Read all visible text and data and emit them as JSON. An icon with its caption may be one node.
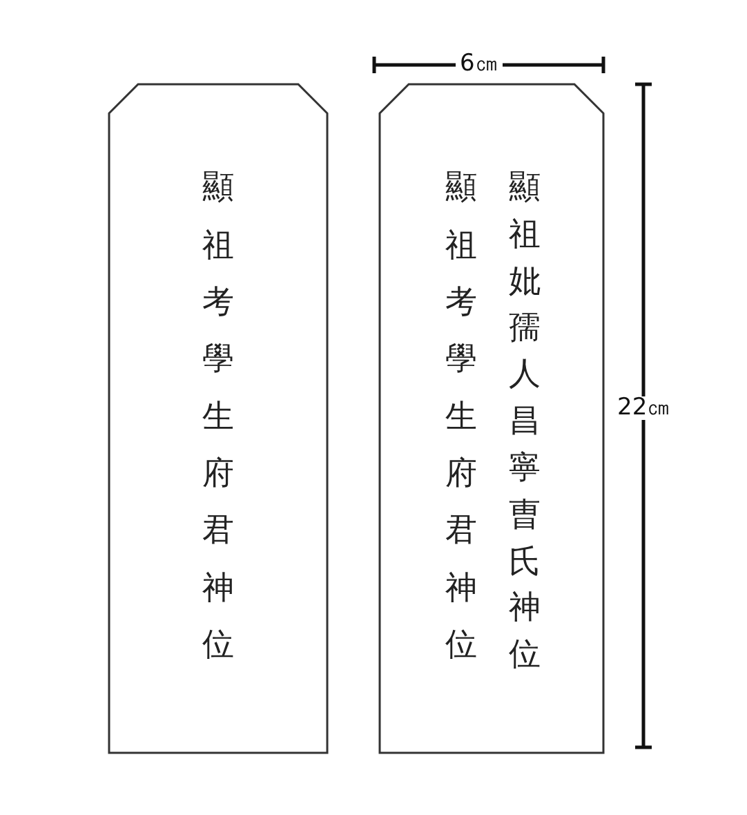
{
  "diagram": {
    "nodes": [
      {
        "text": [
          "顯祖考學生府君神位"
        ]
      },
      {
        "text": [
          "顯祖考學生府君神位",
          "顯祖妣孺人昌寧曺氏神位"
        ]
      }
    ],
    "edges": [],
    "labels": [
      "6㎝",
      "22㎝"
    ]
  }
}
